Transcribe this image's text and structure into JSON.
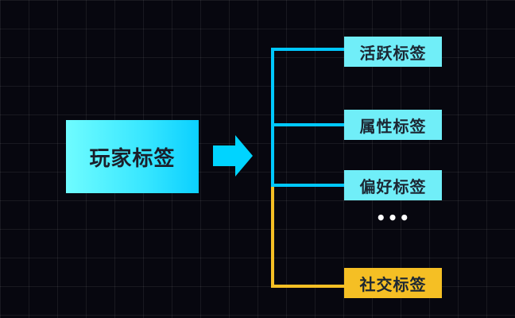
{
  "root": {
    "label": "玩家标签"
  },
  "children": [
    {
      "label": "活跃标签",
      "color": "#70eef8"
    },
    {
      "label": "属性标签",
      "color": "#70eef8"
    },
    {
      "label": "偏好标签",
      "color": "#70eef8"
    },
    {
      "label": "社交标签",
      "color": "#f5bf24"
    }
  ],
  "ellipsis": "•••",
  "colors": {
    "background": "#07070f",
    "root_fill": "#37e6ff",
    "arrow": "#00d4ff",
    "connector_cyan": "#00c8ff",
    "connector_gold": "#f5bf24"
  }
}
